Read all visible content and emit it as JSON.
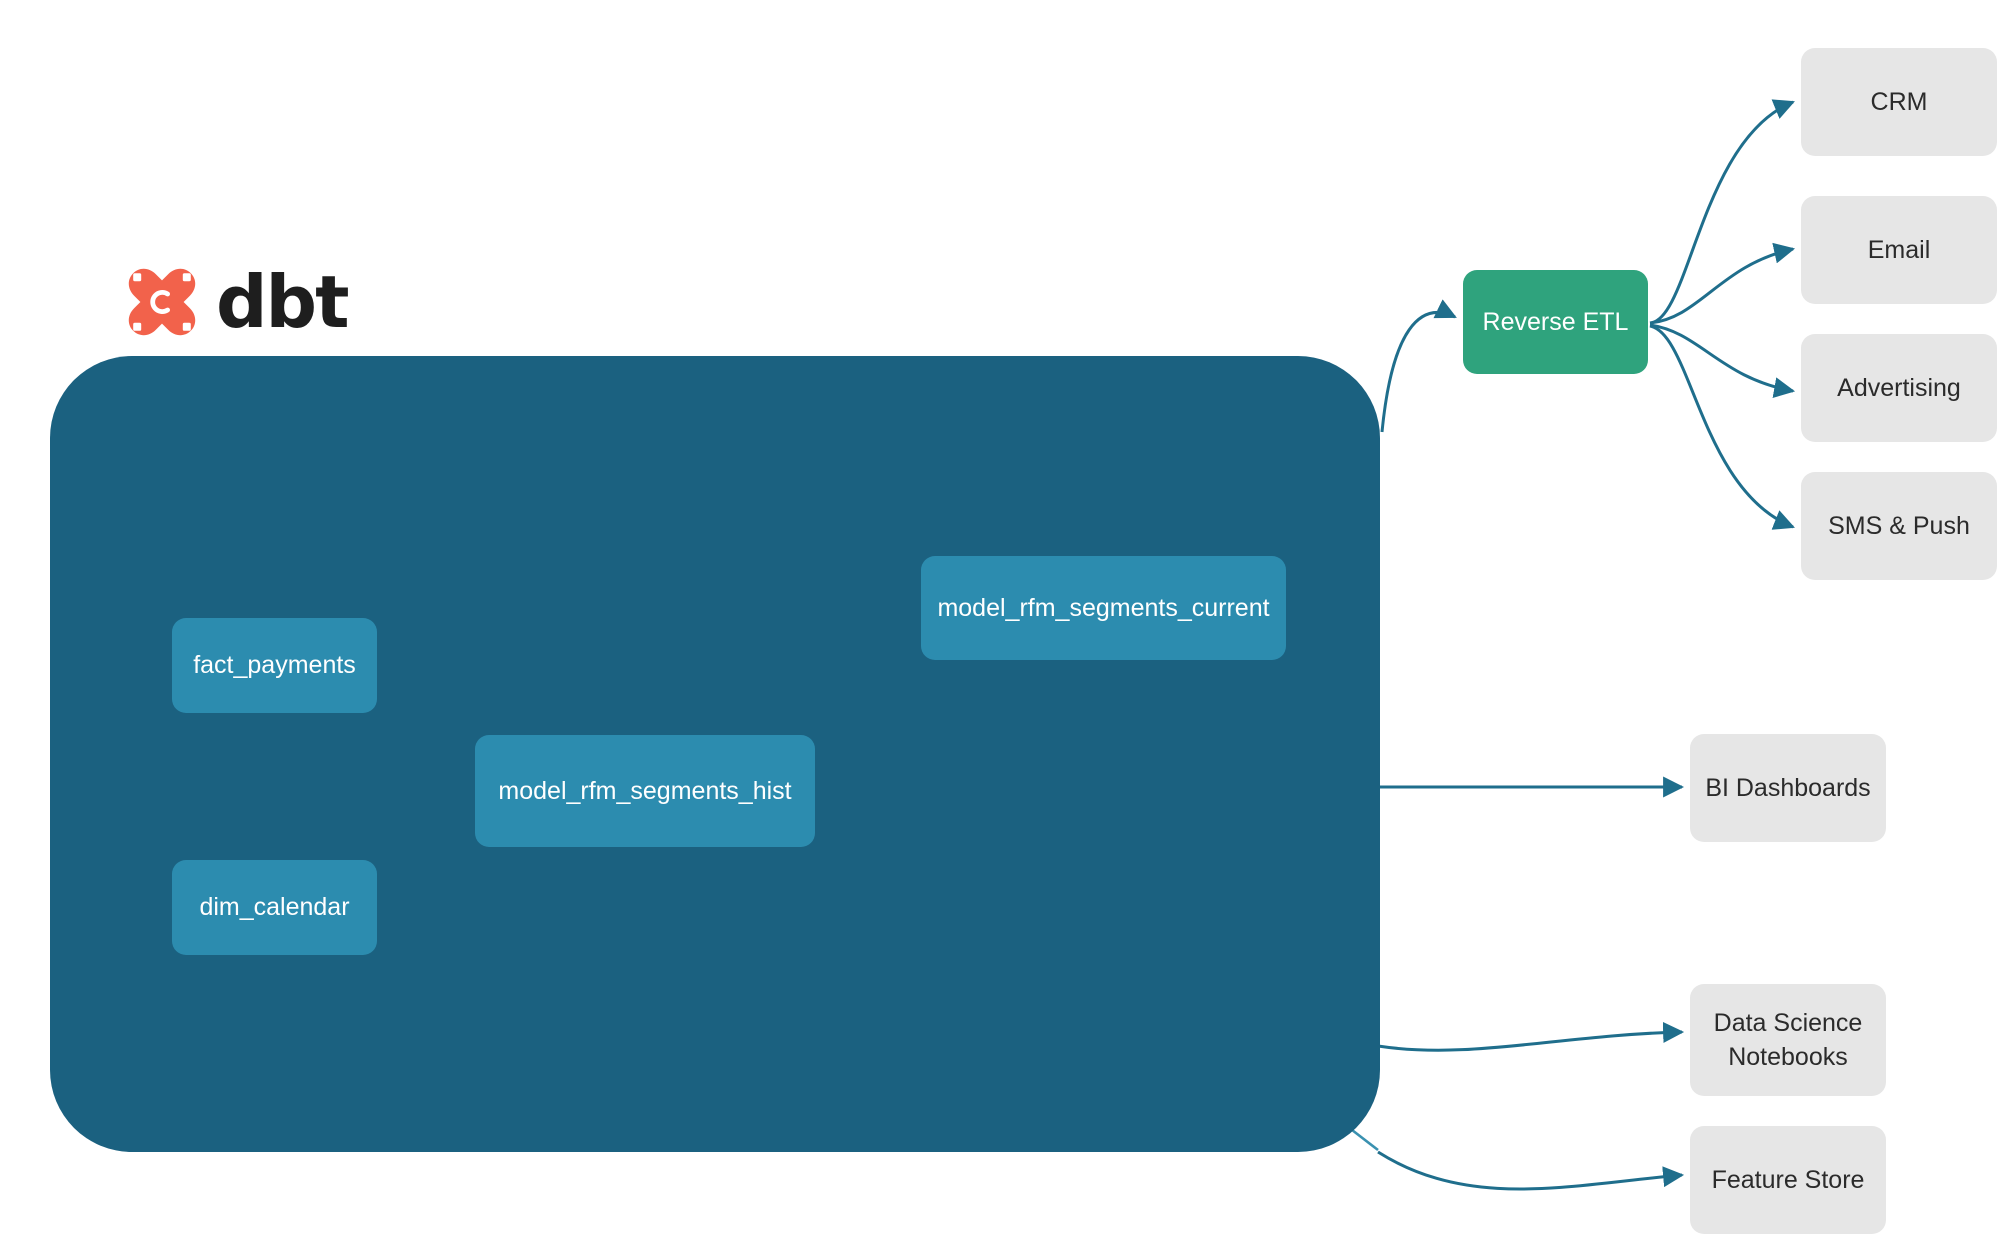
{
  "diagram": {
    "title": "dbt RFM segmentation lineage and activation",
    "brand": {
      "wordmark": "dbt",
      "logo_icon": "dbt-x-logo-icon",
      "logo_color": "#F2624B"
    },
    "colors": {
      "project_container": "#1B6180",
      "model_node": "#2C8CAF",
      "reverse_etl_node": "#2FA37D",
      "destination_node": "#E6E6E6",
      "edge_outer": "#1F6E8C",
      "edge_inner": "#2E83A4",
      "node_text": "#FFFFFF",
      "destination_text": "#2B2B2B"
    },
    "container": {
      "name": "dbt-project-container"
    },
    "nodes": {
      "sources": [
        {
          "id": "fact_payments",
          "label": "fact_payments",
          "type": "model"
        },
        {
          "id": "dim_calendar",
          "label": "dim_calendar",
          "type": "model"
        }
      ],
      "models": [
        {
          "id": "model_rfm_segments_hist",
          "label": "model_rfm_segments_hist",
          "type": "model"
        },
        {
          "id": "model_rfm_segments_current",
          "label": "model_rfm_segments_current",
          "type": "model"
        }
      ],
      "activation": {
        "id": "reverse_etl",
        "label": "Reverse ETL",
        "type": "service"
      },
      "destinations_marketing": [
        {
          "id": "crm",
          "label": "CRM"
        },
        {
          "id": "email",
          "label": "Email"
        },
        {
          "id": "advertising",
          "label": "Advertising"
        },
        {
          "id": "sms_push",
          "label": "SMS & Push"
        }
      ],
      "destinations_analytics": [
        {
          "id": "bi_dashboards",
          "label": "BI Dashboards"
        },
        {
          "id": "ds_notebooks",
          "label": "Data Science\nNotebooks",
          "line1": "Data Science",
          "line2": "Notebooks"
        },
        {
          "id": "feature_store",
          "label": "Feature Store"
        }
      ]
    },
    "edges": [
      {
        "from": "fact_payments",
        "to": "model_rfm_segments_hist"
      },
      {
        "from": "dim_calendar",
        "to": "model_rfm_segments_hist"
      },
      {
        "from": "model_rfm_segments_hist",
        "to": "model_rfm_segments_current"
      },
      {
        "from": "model_rfm_segments_current",
        "to": "reverse_etl"
      },
      {
        "from": "reverse_etl",
        "to": "crm"
      },
      {
        "from": "reverse_etl",
        "to": "email"
      },
      {
        "from": "reverse_etl",
        "to": "advertising"
      },
      {
        "from": "reverse_etl",
        "to": "sms_push"
      },
      {
        "from": "model_rfm_segments_hist",
        "to": "bi_dashboards"
      },
      {
        "from": "model_rfm_segments_hist",
        "to": "ds_notebooks"
      },
      {
        "from": "model_rfm_segments_hist",
        "to": "feature_store"
      }
    ]
  }
}
